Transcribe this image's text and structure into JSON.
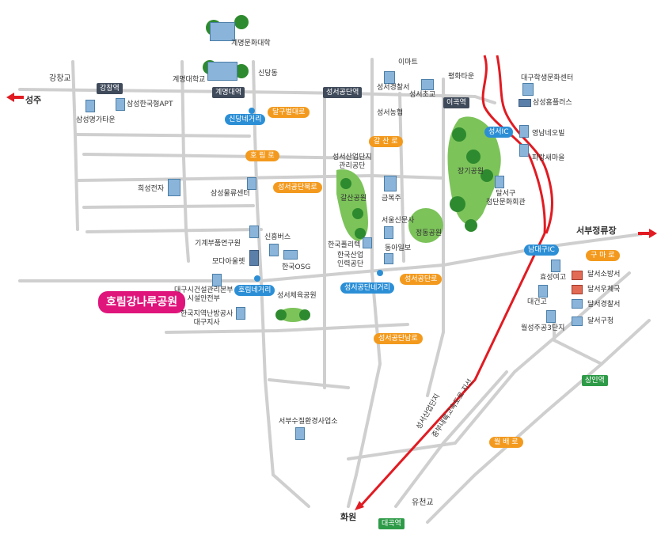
{
  "cities": {
    "seongju": "성주",
    "hwawon": "화원",
    "seobu": "서부정류장"
  },
  "stations": {
    "gangchang": "강창역",
    "keimyung_univ": "계명대역",
    "seongseo_industrial": "성서공단역",
    "igok": "이곡역",
    "sangin": "상인역",
    "daegok": "대곡역"
  },
  "intersections": {
    "sindang": "신당네거리",
    "horim": "호림네거리",
    "seongseo_gongdan": "성서공단네거리",
    "seongseo_ic": "성서IC",
    "namdaegu_ic": "남대구IC"
  },
  "roads": {
    "dalgubeol": "달구벌대로",
    "horim_ro": "호 림 로",
    "gangsan_ro": "갈 산 로",
    "seongseo_bukro": "성서공단북로",
    "seongseo_ro": "성서공단로",
    "seongseo_namro": "성서공단남로",
    "guma_ro": "구 마 로",
    "wolbae_ro": "월 배 로",
    "highway_branch": "성서산업단지",
    "highway_main": "중부내륙고속도로 지선"
  },
  "bridges": {
    "gangchang_bridge": "강창교",
    "yucheon_bridge": "유천교"
  },
  "highlight": "호림강나루공원",
  "places": {
    "keimyung_culture": "계명문화대학",
    "keimyung_univ": "계명대학교",
    "sindang_dong": "신당동",
    "samsung_hankook": "삼성한국형APT",
    "samsung_myeongga": "삼성명가타운",
    "emart": "이마트",
    "police": "성서경찰서",
    "seongseo_elem": "성서초교",
    "nonghyup": "성서농협",
    "pyeonghwa": "평화타운",
    "daegu_culture": "대구학생문화센터",
    "samsung_homeplus": "삼성홈플러스",
    "yeongnam_nevil": "영남네오빌",
    "paragon": "파랑새마을",
    "janggi_park": "장기공원",
    "dalseo_arts": "달서구\n첨단문화회관",
    "industrial_mgmt": "성서산업단지\n관리공단",
    "galsan_park": "갈산공원",
    "geumbokju": "금복주",
    "hyosung_elec": "희성전자",
    "samsung_logistics": "삼성물류센터",
    "seoul_news": "서울신문사",
    "jeongdong_park": "정동공원",
    "korea_polytech": "한국폴리텍",
    "donga": "동아일보",
    "industrial_hr": "한국산업\n인력공단",
    "machine_parts": "기계부품연구원",
    "shinheung_bus": "신흥버스",
    "moda_outlet": "모다아울렛",
    "korea_osg": "한국OSG",
    "daegu_facility": "대구시건설관리본부\n시설안전부",
    "seongseo_sports": "성서체육공원",
    "korea_heating": "한국지역난방공사\n대구지사",
    "hyoseong_girls": "효성여고",
    "daegeon_high": "대건고",
    "wolseong_3": "월성주공3단지",
    "fire_station": "달서소방서",
    "post_office": "달서우체국",
    "police_dalseo": "달서경찰서",
    "dalseo_gu_office": "달서구청",
    "water_office": "서부수질환경사업소"
  },
  "colors": {
    "road": "#cccccc",
    "highway": "#e11b22",
    "station_tag": "#3f4a5a",
    "intersection_tag": "#2c8fd6",
    "road_tag": "#f39a1e",
    "highlight": "#e0157b",
    "park": "#4caf3a",
    "subway_green": "#2e9b48"
  }
}
